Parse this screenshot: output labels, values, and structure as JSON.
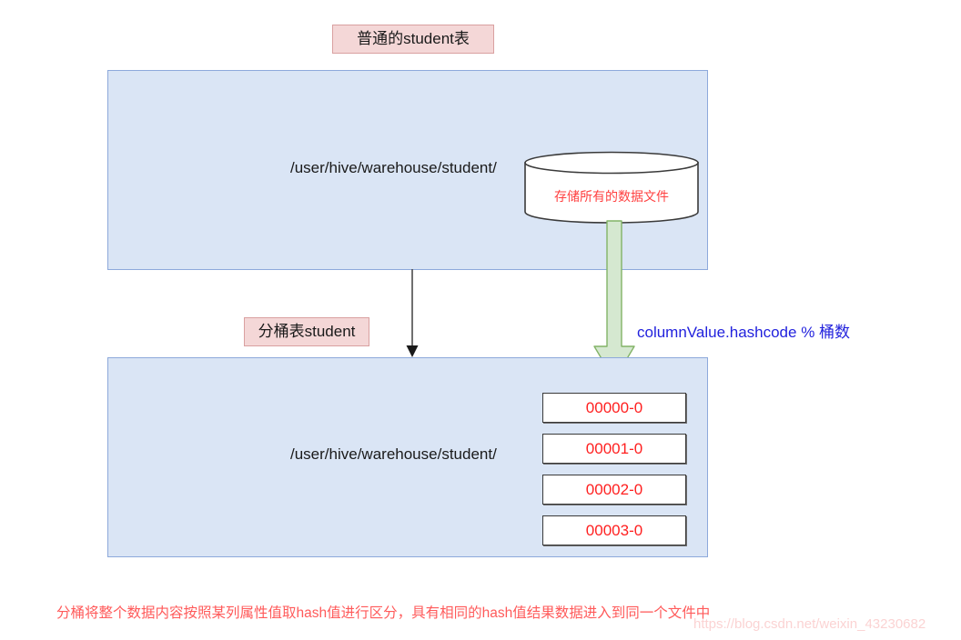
{
  "diagram": {
    "title_labels": {
      "plain_table": "普通的student表",
      "bucketed_table": "分桶表student"
    },
    "plain_table_section": {
      "path": "/user/hive/warehouse/student/",
      "storage_icon": "database-cylinder-icon",
      "storage_label": "存储所有的数据文件"
    },
    "bucketed_table_section": {
      "path": "/user/hive/warehouse/student/",
      "bucket_files": [
        "00000-0",
        "00001-0",
        "00002-0",
        "00003-0"
      ]
    },
    "hash_formula": "columnValue.hashcode % 桶数",
    "arrows": {
      "black_arrow": "down-arrow-icon",
      "green_arrow": "green-down-arrow-icon"
    },
    "caption": "分桶将整个数据内容按照某列属性值取hash值进行区分，具有相同的hash值结果数据进入到同一个文件中",
    "watermark": "https://blog.csdn.net/weixin_43230682",
    "colors": {
      "box_fill": "#dae5f5",
      "box_border": "#8da9db",
      "label_fill": "#f4d7d7",
      "label_border": "#d9a0a0",
      "red_text": "#ff2020",
      "blue_text": "#2222dd",
      "green_arrow_fill": "#d5e8d0",
      "green_arrow_border": "#82b366",
      "caption_text": "#ff5a5a"
    }
  }
}
